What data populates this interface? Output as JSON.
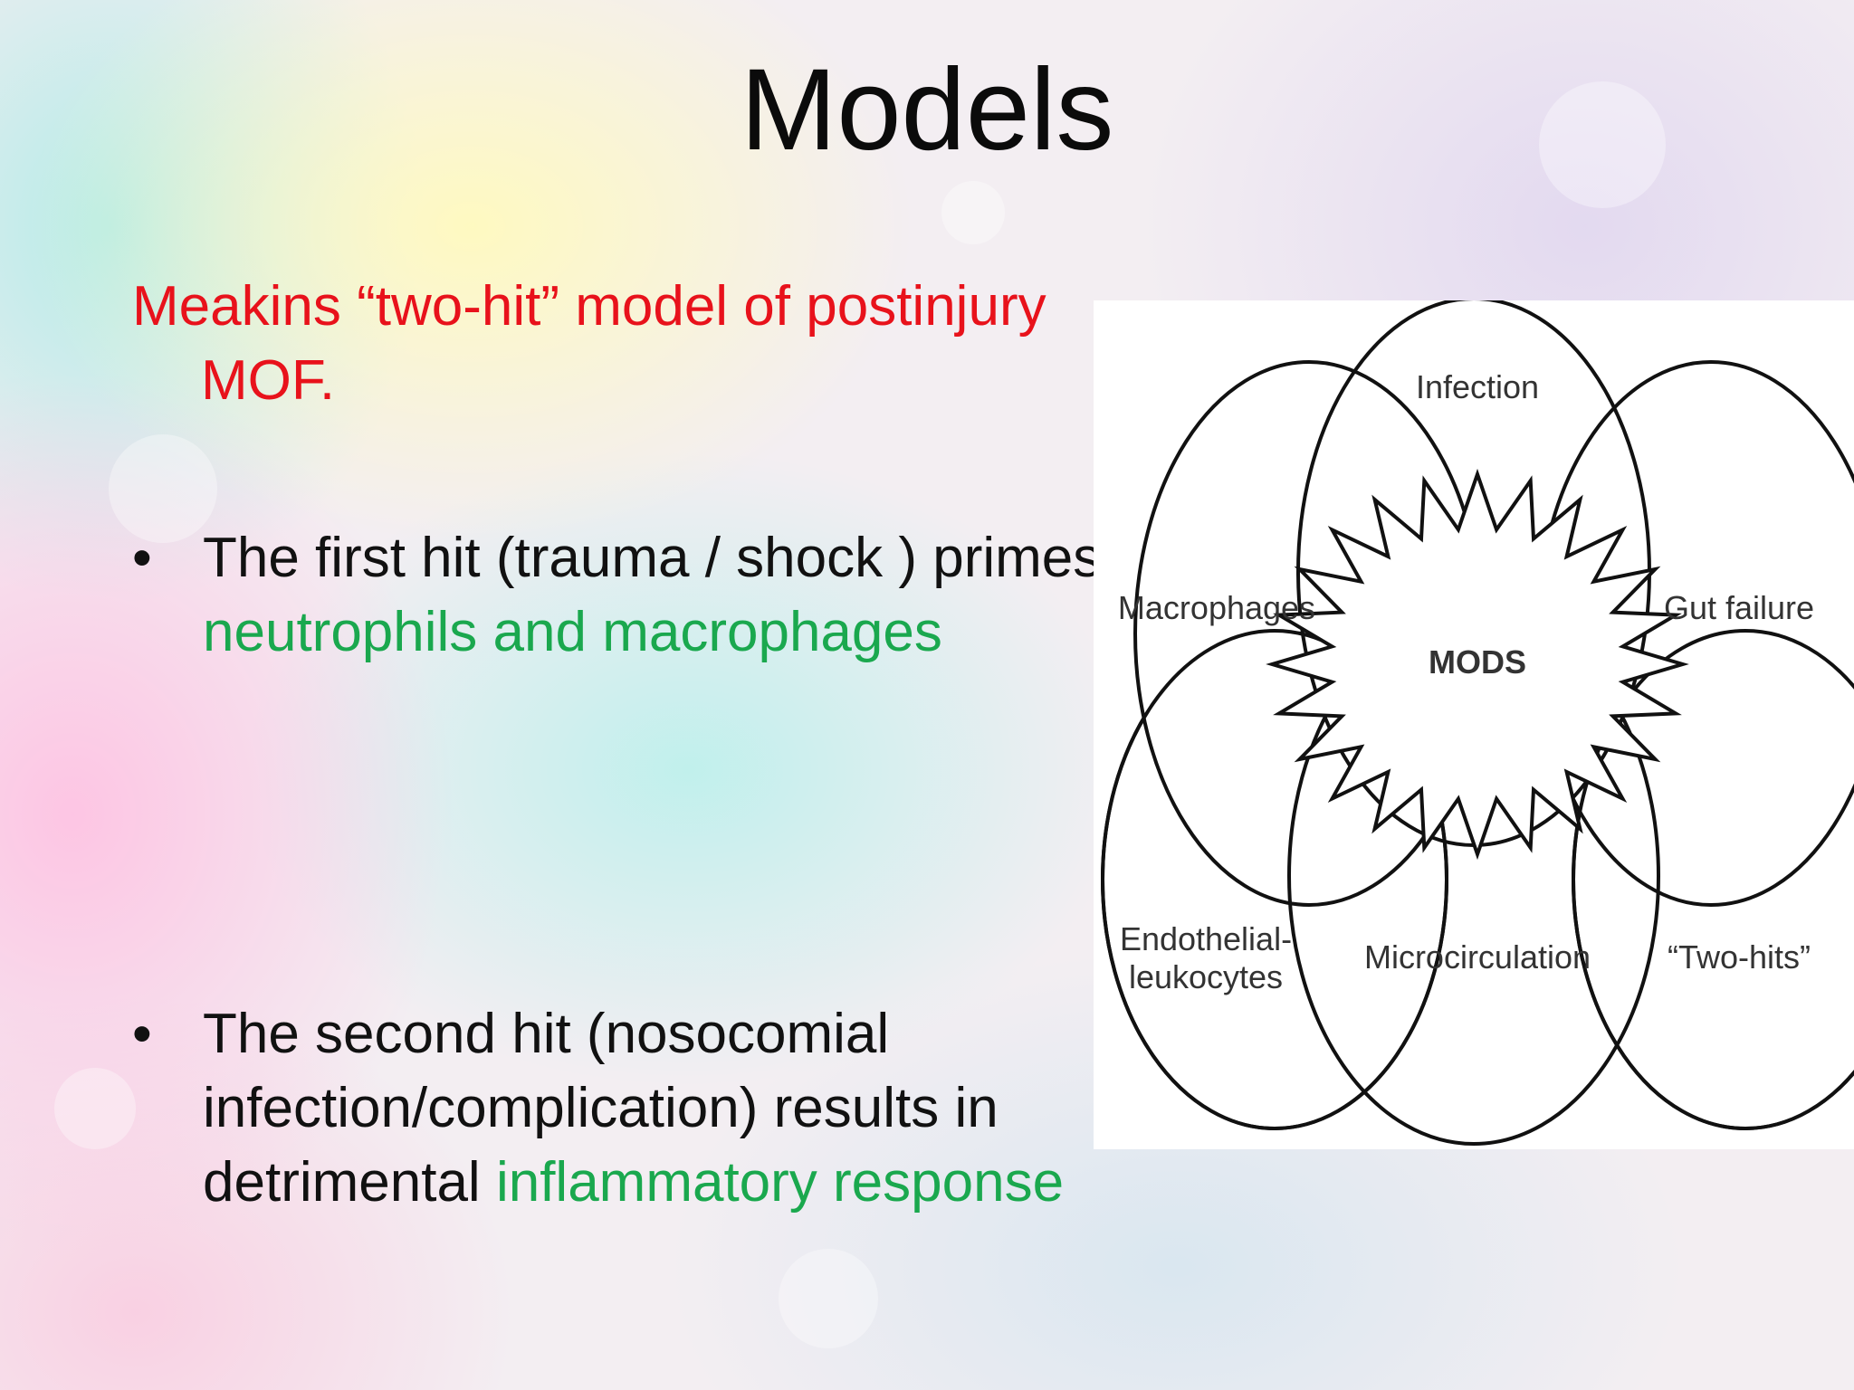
{
  "slide": {
    "title": "Models",
    "heading": "Meakins  “two-hit” model of postinjury MOF.",
    "bullets": [
      {
        "marker": "•",
        "text": "The first hit (trauma / shock ) primes ",
        "highlight": "neutrophils and macrophages",
        "rest": ""
      },
      {
        "marker": "•",
        "text": "The second hit (nosocomial infection/complication) results in detrimental ",
        "highlight": "inflammatory response",
        "rest": ""
      }
    ]
  },
  "diagram": {
    "center_label": "MODS",
    "petals": {
      "top": "Infection",
      "upper_left": "Macrophages",
      "upper_right": "Gut failure",
      "lower_left_line1": "Endothelial-",
      "lower_left_line2": "leukocytes",
      "bottom": "Microcirculation",
      "lower_right": "“Two-hits”"
    }
  },
  "colors": {
    "title": "#0b0b0b",
    "heading": "#e8121b",
    "body_text": "#111111",
    "highlight": "#1aa84e",
    "diagram_background": "#ffffff",
    "diagram_stroke": "#111111"
  }
}
